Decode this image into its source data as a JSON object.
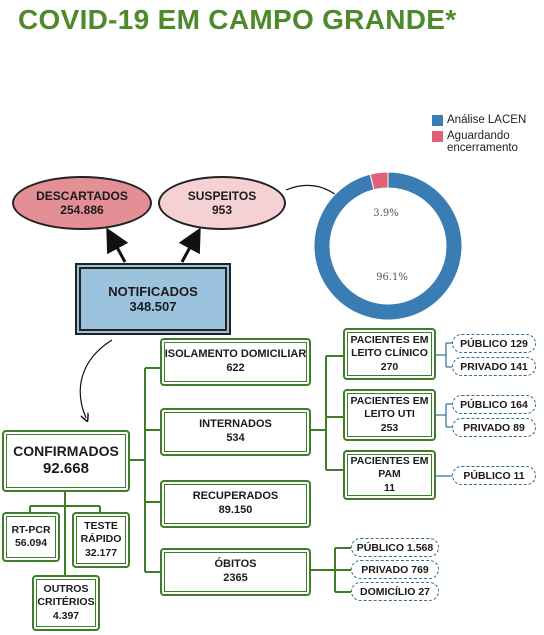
{
  "title": "COVID-19 EM CAMPO GRANDE*",
  "descartados": {
    "label": "DESCARTADOS",
    "value": "254.886"
  },
  "suspeitos": {
    "label": "SUSPEITOS",
    "value": "953"
  },
  "notificados": {
    "label": "NOTIFICADOS",
    "value": "348.507"
  },
  "confirmados": {
    "label": "CONFIRMADOS",
    "value": "92.668"
  },
  "tests": [
    {
      "label": "RT-PCR",
      "value": "56.094"
    },
    {
      "label": "TESTE RÁPIDO",
      "value": "32.177"
    },
    {
      "label": "OUTROS CRITÉRIOS",
      "value": "4.397"
    }
  ],
  "categories": {
    "isolamento": {
      "label": "ISOLAMENTO DOMICILIAR",
      "value": "622"
    },
    "internados": {
      "label": "INTERNADOS",
      "value": "534"
    },
    "recuperados": {
      "label": "RECUPERADOS",
      "value": "89.150"
    },
    "obitos": {
      "label": "ÓBITOS",
      "value": "2365"
    }
  },
  "leitos": {
    "clinico": {
      "label": "PACIENTES EM LEITO CLÍNICO",
      "value": "270",
      "publico": "PÚBLICO 129",
      "privado": "PRIVADO 141"
    },
    "uti": {
      "label": "PACIENTES EM LEITO UTI",
      "value": "253",
      "publico": "PÚBLICO 164",
      "privado": "PRIVADO 89"
    },
    "pam": {
      "label": "PACIENTES EM PAM",
      "value": "11",
      "publico": "PÚBLICO 11"
    }
  },
  "obitos_breakdown": [
    "PÚBLICO 1.568",
    "PRIVADO 769",
    "DOMICÍLIO 27"
  ],
  "colors": {
    "title": "#4e8a2a",
    "box_border": "#3e7d2a",
    "lacen": "#3a7db4",
    "aguardando": "#e06078"
  },
  "chart_data": {
    "type": "pie",
    "donut": true,
    "labels": [
      "Análise LACEN",
      "Aguardando encerramento"
    ],
    "values": [
      96.1,
      3.9
    ],
    "value_labels": [
      "96.1%",
      "3.9%"
    ],
    "colors": [
      "#3a7db4",
      "#e06078"
    ],
    "legend": "top-right"
  }
}
